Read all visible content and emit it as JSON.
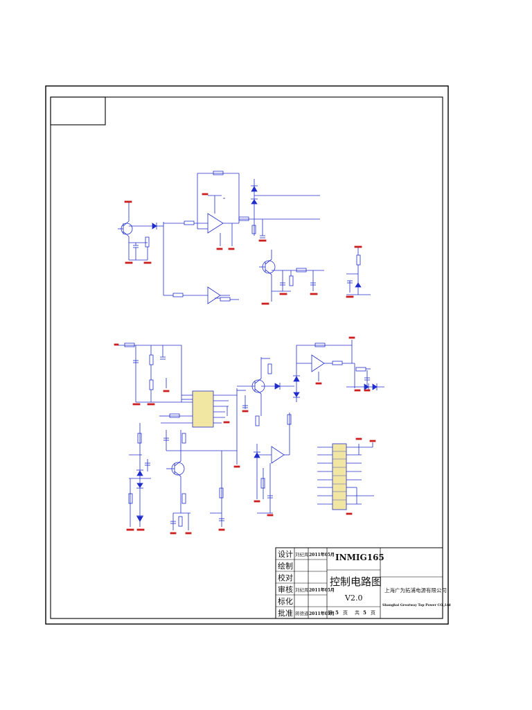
{
  "title_block": {
    "rows": [
      {
        "role": "设计",
        "name": "刘纪周",
        "date": "2011年05月"
      },
      {
        "role": "绘制",
        "name": "",
        "date": ""
      },
      {
        "role": "校对",
        "name": "",
        "date": ""
      },
      {
        "role": "审核",
        "name": "刘纪周",
        "date": "2011年05月"
      },
      {
        "role": "标化",
        "name": "",
        "date": ""
      },
      {
        "role": "批准",
        "name": "蒋德道",
        "date": "2011年05月"
      }
    ],
    "model": "INMIG165",
    "drawing_title": "控制电路图",
    "version": "V2.0",
    "sheet_label_1": "第",
    "sheet_no": "5",
    "sheet_label_2": "页",
    "total_label_1": "共",
    "total_no": "5",
    "total_label_2": "页",
    "company_cn": "上海广为拓浦电源有限公司",
    "company_en": "Shanghai Greatway Top Power CO.,Ltd"
  },
  "colors": {
    "frame": "#000000",
    "wire": "#1f2ccc",
    "component": "#1f2ccc",
    "ground": "#cc1f1f",
    "ic_fill": "#f2e6a3",
    "label": "#1a1a66"
  }
}
